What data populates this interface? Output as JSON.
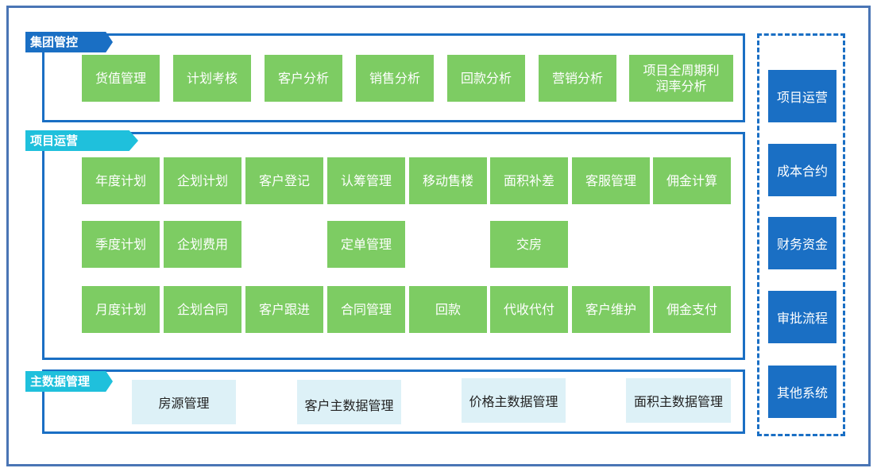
{
  "group_control": {
    "tag": "集团管控",
    "items": [
      "货值管理",
      "计划考核",
      "客户分析",
      "销售分析",
      "回款分析",
      "营销分析",
      "项目全周期利润率分析"
    ]
  },
  "project_ops": {
    "tag": "项目运营",
    "row1": [
      "年度计划",
      "企划计划",
      "客户登记",
      "认筹管理",
      "移动售楼",
      "面积补差",
      "客服管理",
      "佣金计算"
    ],
    "row2": [
      "季度计划",
      "企划费用",
      "定单管理",
      "交房"
    ],
    "row3": [
      "月度计划",
      "企划合同",
      "客户跟进",
      "合同管理",
      "回款",
      "代收代付",
      "客户维护",
      "佣金支付"
    ]
  },
  "master_data": {
    "tag": "主数据管理",
    "items": [
      "房源管理",
      "客户主数据管理",
      "价格主数据管理",
      "面积主数据管理"
    ]
  },
  "side_systems": [
    "项目运营",
    "成本合约",
    "财务资金",
    "审批流程",
    "其他系统"
  ],
  "colors": {
    "frame": "#4a75b5",
    "section_border": "#1a6fc4",
    "tag_dark": "#1a6fc4",
    "tag_cyan": "#1fc0dc",
    "module_green": "#7dcc63",
    "master_light": "#ddf1f7",
    "side_blue": "#1a6fc4"
  }
}
